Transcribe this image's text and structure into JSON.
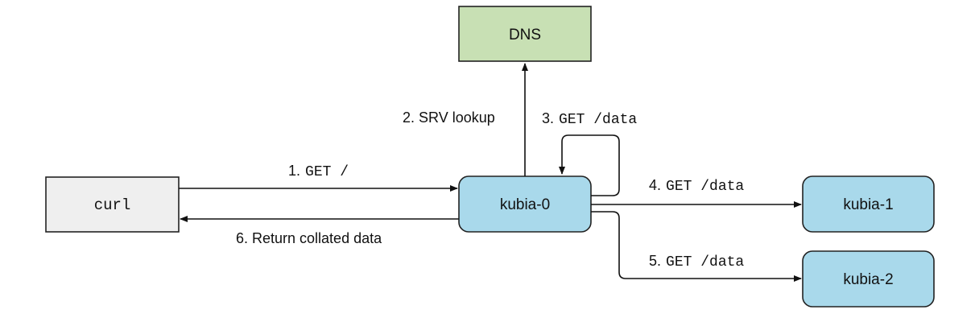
{
  "colors": {
    "dns_fill": "#c8e0b4",
    "curl_fill": "#efefef",
    "pod_fill": "#a9d9eb",
    "line": "#111111"
  },
  "nodes": {
    "dns": "DNS",
    "curl": "curl",
    "kubia0": "kubia-0",
    "kubia1": "kubia-1",
    "kubia2": "kubia-2"
  },
  "edges": {
    "e1": {
      "step": "1.",
      "code": "GET /"
    },
    "e2": {
      "text": "2. SRV lookup"
    },
    "e3": {
      "step": "3.",
      "code": "GET /data"
    },
    "e4": {
      "step": "4.",
      "code": "GET /data"
    },
    "e5": {
      "step": "5.",
      "code": "GET /data"
    },
    "e6": {
      "text": "6. Return collated data"
    }
  }
}
